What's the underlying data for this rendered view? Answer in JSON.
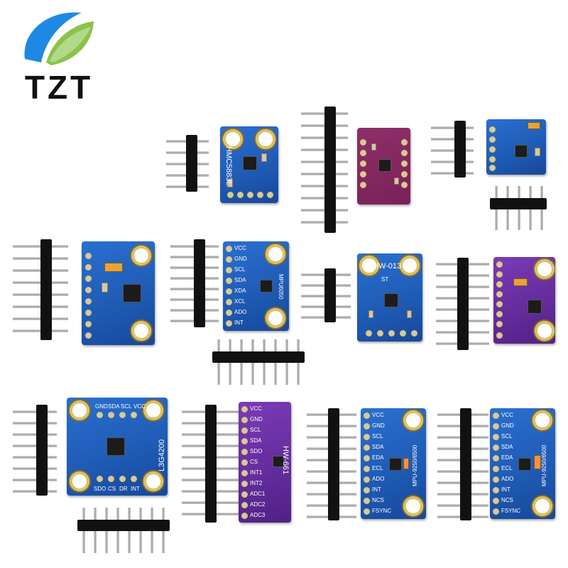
{
  "brand": {
    "text": "TZT",
    "colors": {
      "swirl_blue": "#1e88e5",
      "swirl_green": "#8bc34a",
      "text": "#111111"
    }
  },
  "boards": {
    "hmc5883l": {
      "name": "HMC5883L"
    },
    "hw013": {
      "name": "HW-013",
      "st": "ST"
    },
    "mpu6050": {
      "name": "MPU6050",
      "pins": [
        "VCC",
        "GND",
        "SCL",
        "SDA",
        "XDA",
        "XCL",
        "ADO",
        "INT"
      ]
    },
    "l3g4200": {
      "name": "L3G4200",
      "top_pins": [
        "GND",
        "SDA",
        "SCL",
        "VCC"
      ],
      "bottom_pins": [
        "SDO",
        "CS",
        "DR",
        "INT"
      ]
    },
    "hw661": {
      "name": "HW-661",
      "pins": [
        "VCC",
        "GND",
        "SCL",
        "SDA",
        "SDO",
        "CS",
        "INT1",
        "INT2",
        "ADC1",
        "ADC2",
        "ADC3"
      ]
    },
    "mpu9250_a": {
      "name": "MPU-9250/6500",
      "pins": [
        "VCC",
        "GND",
        "SCL",
        "SDA",
        "EDA",
        "ECL",
        "ADO",
        "INT",
        "NCS",
        "FSYNC"
      ]
    },
    "mpu9250_b": {
      "name": "MPU-9250/6500",
      "pins": [
        "VCC",
        "GND",
        "SCL",
        "SDA",
        "EDA",
        "ECL",
        "ADO",
        "INT",
        "NCS",
        "FSYNC"
      ]
    }
  },
  "colors": {
    "pcb_blue": "#1f5cb6",
    "pcb_purple": "#632b9c",
    "pcb_wine": "#7a2158",
    "header_black": "#111111",
    "pin_metal": "#bdbdbd"
  }
}
